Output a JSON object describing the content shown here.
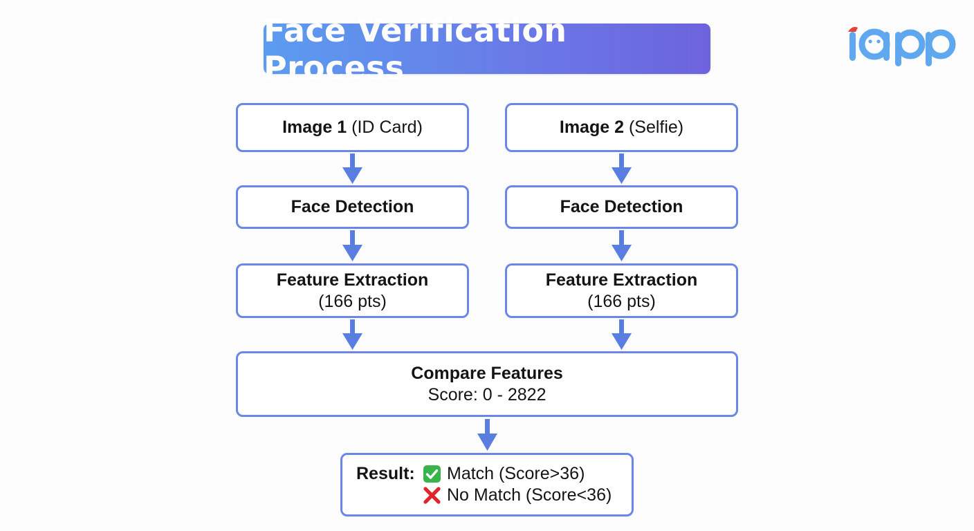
{
  "title": "Face Verification Process",
  "logo": {
    "text": "iapp",
    "icon": "iapp-logo"
  },
  "columns": [
    {
      "image_title": "Image 1",
      "image_note": "(ID Card)",
      "detection": "Face Detection",
      "extraction_title": "Feature Extraction",
      "extraction_note": "(166 pts)"
    },
    {
      "image_title": "Image 2",
      "image_note": "(Selfie)",
      "detection": "Face Detection",
      "extraction_title": "Feature Extraction",
      "extraction_note": "(166 pts)"
    }
  ],
  "compare": {
    "title": "Compare Features",
    "score_range": "Score: 0 - 2822"
  },
  "result": {
    "label": "Result:",
    "match": "Match (Score>36)",
    "no_match": "No Match (Score<36)",
    "match_icon": "check-mark-icon",
    "no_match_icon": "cross-mark-icon"
  },
  "colors": {
    "banner_start": "#5b9cf0",
    "banner_end": "#6d63dd",
    "box_border": "#6b86e6",
    "arrow": "#5a7de0",
    "check_green": "#38b54a",
    "cross_red": "#e0242a",
    "logo_blue": "#5fa8ef",
    "logo_red": "#e8413a"
  }
}
